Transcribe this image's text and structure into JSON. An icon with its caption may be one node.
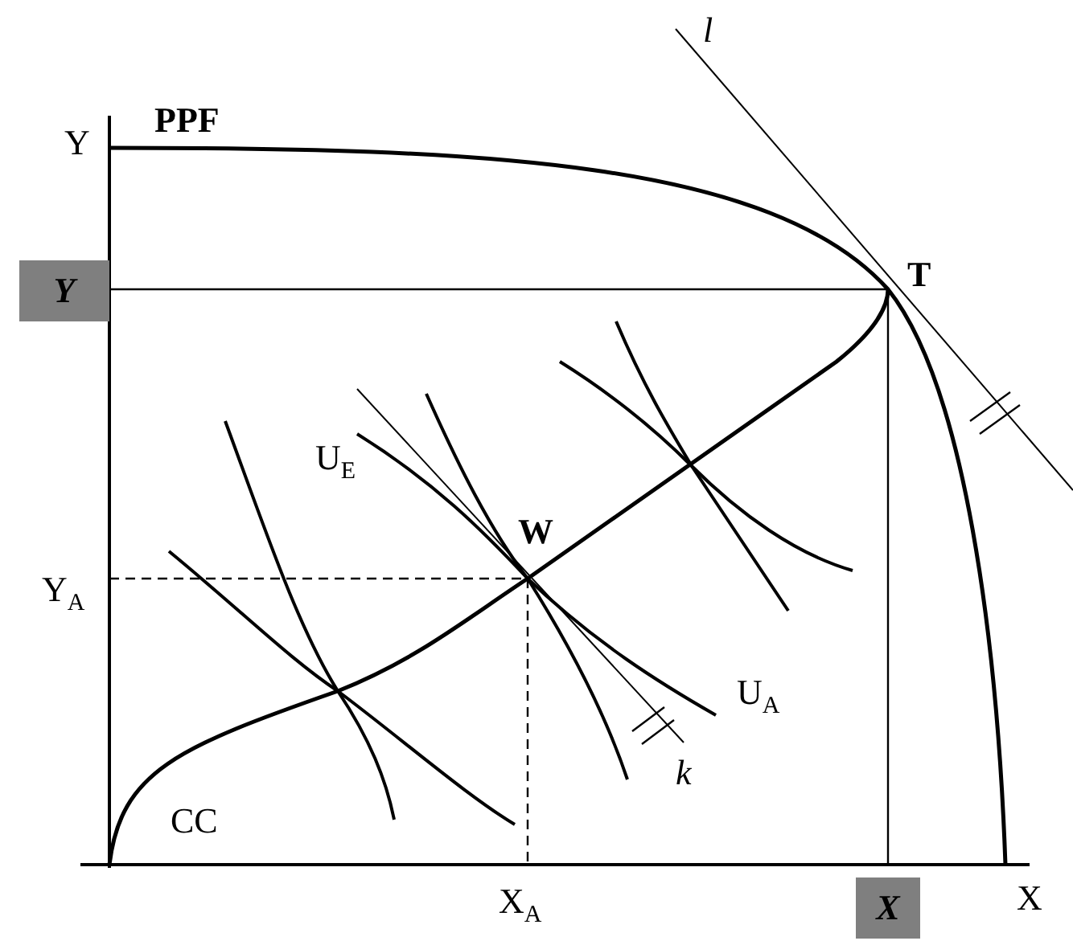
{
  "diagram": {
    "nodes": [
      {
        "text": [
          "Y"
        ]
      },
      {
        "text": [
          "X"
        ]
      }
    ],
    "labels": [
      "l",
      "Y",
      "PPF",
      "T",
      "U$_{E}$",
      "W",
      "Y$_{A}$",
      "U$_{A}$",
      "k",
      "CC",
      "X$_{A}$",
      "X"
    ]
  }
}
